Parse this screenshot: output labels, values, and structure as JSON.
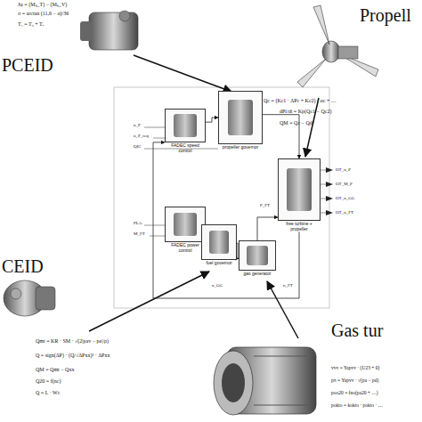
{
  "diagram": {
    "nodes": [
      {
        "text": [
          "FADEC speed control"
        ]
      },
      {
        "text": [
          "propeller governor"
        ]
      },
      {
        "text": [
          "FADEC power control"
        ]
      },
      {
        "text": [
          "fuel governor"
        ]
      },
      {
        "text": [
          "gas generator"
        ]
      },
      {
        "text": [
          "free turbine + propeller"
        ]
      }
    ],
    "edges": [
      {
        "from": 0,
        "to": 1,
        "arrow": "to"
      },
      {
        "from": 1,
        "to": 5,
        "arrow": "to"
      },
      {
        "from": 2,
        "to": 3,
        "arrow": "to"
      },
      {
        "from": 3,
        "to": 4,
        "arrow": "to"
      },
      {
        "from": 4,
        "to": 5,
        "arrow": "to"
      },
      {
        "from": 5,
        "to": 0,
        "arrow": "to"
      }
    ],
    "labels": [
      "PCEID",
      "Propell",
      "CEID",
      "Gas tur",
      "Jφ = (Mₖ_T) − (Mₖ_V)",
      "σ = arctan (11,6 − α)/36",
      "T₁ = T₀ + Tₐ",
      "Qc = (Kc1 · ΔPc + Kc2) · αc + …",
      "dPi/dt = Kp(Qc1 − Qc2)",
      "QM = Qc − Qdr",
      "Qmt = KR · SM · √(2|pav − pe|/ρ)",
      "Q = sign(ΔP) · (Q/√ΔPxx)² · ΔPxx",
      "QM = Qmt − Qxx",
      "Q20 = f(nc)",
      "Q = L · Wc",
      "vvv = Yapvv · (U23 + 0)",
      "pπ = Yapvv · √(pa − pd)",
      "poo20 = fno(pa20 + …)",
      "pokto = kokto · pokto · …",
      "n_P",
      "n_P_req",
      "QIC",
      "PLA",
      "M_FT",
      "n_GG",
      "P_FT",
      "n_FT",
      "OT_n_P",
      "OT_M_P",
      "OT_n_GG",
      "OT_n_FT"
    ]
  }
}
